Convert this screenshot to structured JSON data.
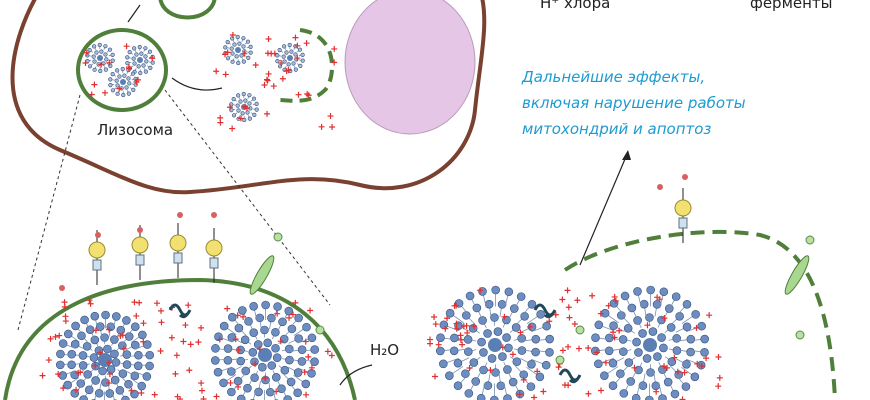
{
  "labels": {
    "top_left_cut": "H⁺ хлора",
    "top_right_cut": "ферменты",
    "lysosome": "Лизосома",
    "water": "H₂O",
    "effects": [
      "Дальнейшие эффекты,",
      "включая нарушение работы",
      "митохондрий и апоптоз"
    ]
  },
  "colors": {
    "cell_membrane": "#7a4030",
    "lysosome_membrane": "#4f7f3a",
    "nucleus": "#e6c6e6",
    "particle_core": "#5a7fb5",
    "proton": "#e03030",
    "text_accent": "#1e9bd0"
  }
}
